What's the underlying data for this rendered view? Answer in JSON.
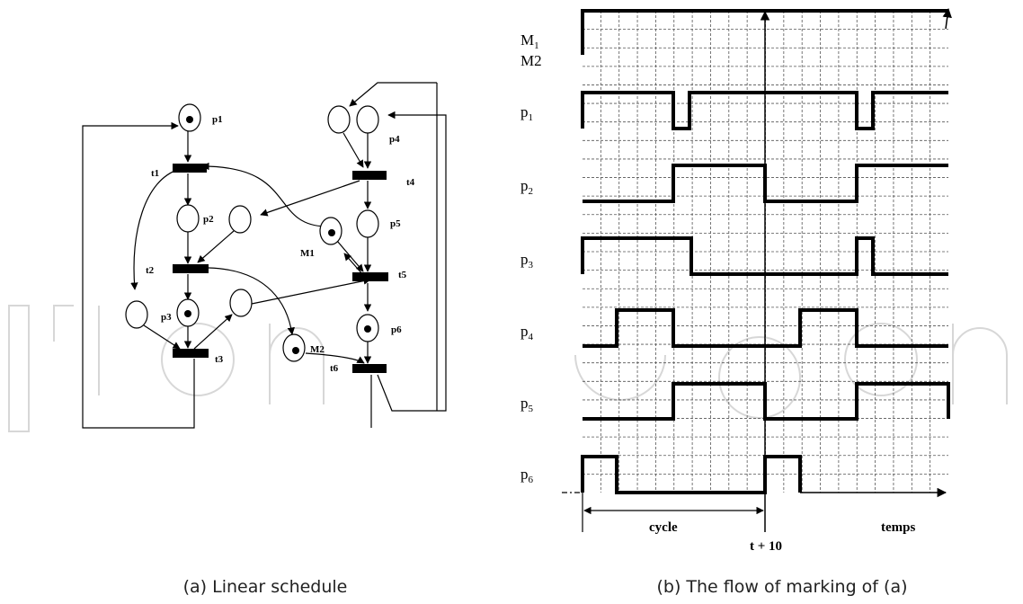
{
  "petri_net": {
    "places": [
      {
        "id": "p1",
        "label": "p1",
        "marked": true
      },
      {
        "id": "p2",
        "label": "p2",
        "marked": false
      },
      {
        "id": "p3",
        "label": "p3",
        "marked": true
      },
      {
        "id": "p4",
        "label": "p4",
        "marked": false
      },
      {
        "id": "p5",
        "label": "p5",
        "marked": false
      },
      {
        "id": "p6",
        "label": "p6",
        "marked": true
      },
      {
        "id": "M1",
        "label": "M1",
        "marked": true
      },
      {
        "id": "M2",
        "label": "M2",
        "marked": true
      }
    ],
    "transitions": [
      "t1",
      "t2",
      "t3",
      "t4",
      "t5",
      "t6"
    ],
    "caption": "(a) Linear schedule"
  },
  "timing": {
    "top_labels": {
      "m1_main": "M",
      "m1_sub": "1",
      "m2": "M2"
    },
    "rows": [
      {
        "name": "p",
        "sub": "1"
      },
      {
        "name": "p",
        "sub": "2"
      },
      {
        "name": "p",
        "sub": "3"
      },
      {
        "name": "p",
        "sub": "4"
      },
      {
        "name": "p",
        "sub": "5"
      },
      {
        "name": "p",
        "sub": "6"
      }
    ],
    "cycle_label": "cycle",
    "t10_label": "t + 10",
    "temps_label": "temps",
    "caption": "(b) The flow of marking of (a)"
  }
}
